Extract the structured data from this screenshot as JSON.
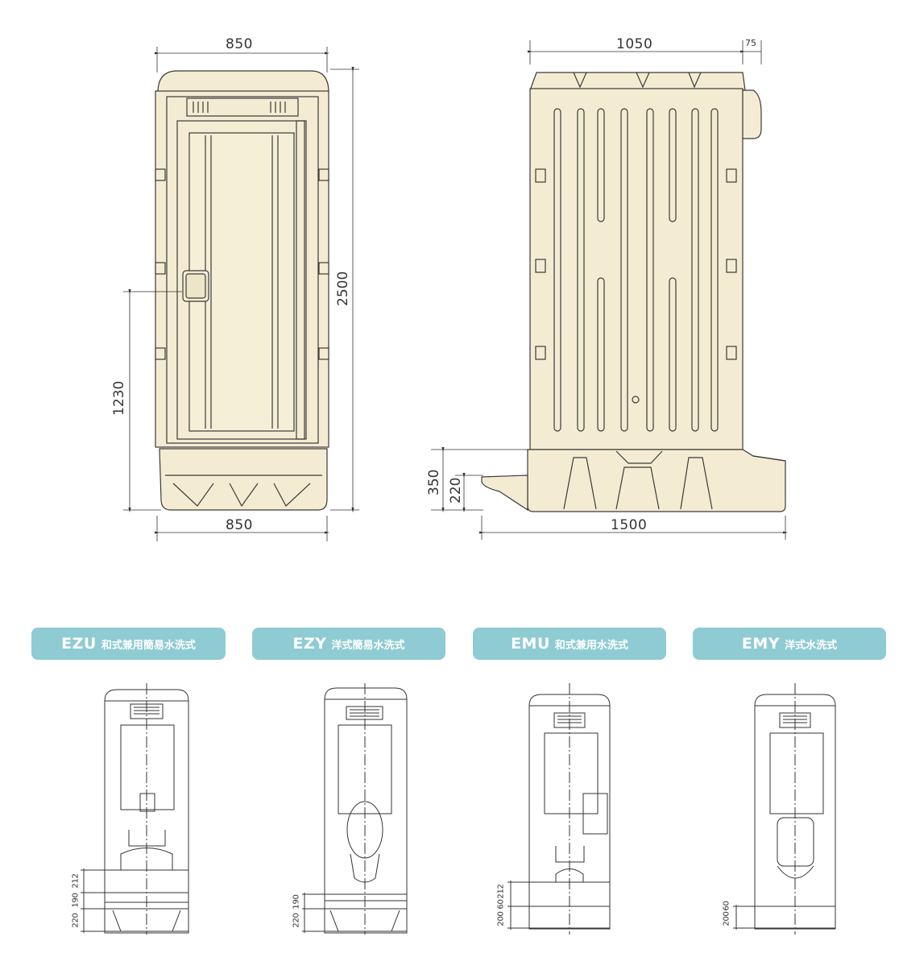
{
  "front_view": {
    "width_top": "850",
    "width_bottom": "850",
    "height_total": "2500",
    "handle_height": "1230"
  },
  "side_view": {
    "depth_body": "1050",
    "vent_depth": "75",
    "depth_total": "1500",
    "base_height": "350",
    "step_height": "220"
  },
  "models": [
    {
      "code": "EZU",
      "type": "和式兼用簡易水洗式",
      "dims": [
        "220",
        "190",
        "212"
      ]
    },
    {
      "code": "EZY",
      "type": "洋式簡易水洗式",
      "dims": [
        "220",
        "190"
      ]
    },
    {
      "code": "EMU",
      "type": "和式兼用水洗式",
      "dims": [
        "200",
        "60",
        "212"
      ]
    },
    {
      "code": "EMY",
      "type": "洋式水洗式",
      "dims": [
        "200",
        "60"
      ]
    }
  ],
  "colors": {
    "cabin_fill": "#f4ecd2",
    "cabin_stroke": "#3a3a3a",
    "pill_bg": "#8fcbd3",
    "pill_text": "#ffffff"
  }
}
